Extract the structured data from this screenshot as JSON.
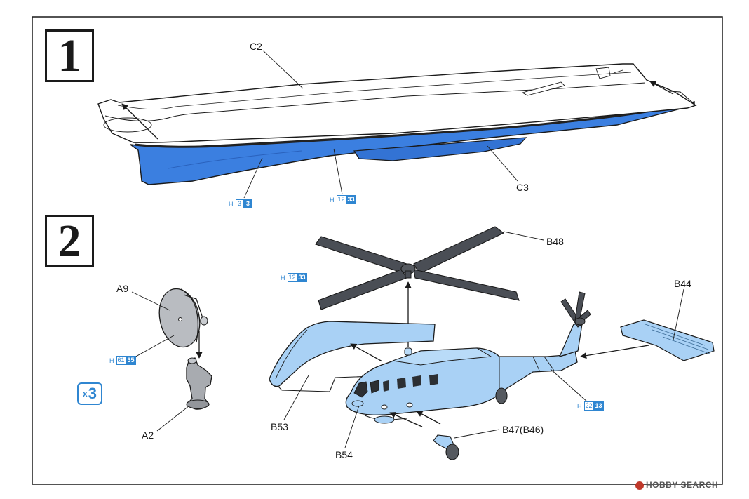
{
  "steps": {
    "step1": "1",
    "step2": "2"
  },
  "labels": {
    "c2": "C2",
    "c3": "C3",
    "b48": "B48",
    "b44": "B44",
    "a9": "A9",
    "a2": "A2",
    "b53": "B53",
    "b54": "B54",
    "b47": "B47(B46)"
  },
  "paint_codes": {
    "hull_bow": {
      "h": "H",
      "a": "3",
      "b": "3"
    },
    "hull_mid": {
      "h": "H",
      "a": "12",
      "b": "33"
    },
    "rotor": {
      "h": "H",
      "a": "12",
      "b": "33"
    },
    "radar": {
      "h": "H",
      "a": "61",
      "b": "35"
    },
    "helicopter": {
      "h": "H",
      "a": "22",
      "b": "13"
    }
  },
  "quantity": {
    "x": "x",
    "n": "3"
  },
  "watermark": "HOBBY SEARCH",
  "colors": {
    "hull_blue": "#3b7fe0",
    "heli_blue": "#a9d1f5",
    "rotor_gray": "#4a4e55",
    "radar_gray": "#b9bcc1",
    "paint_blue": "#2f86d1",
    "ink": "#1a1a1a"
  }
}
